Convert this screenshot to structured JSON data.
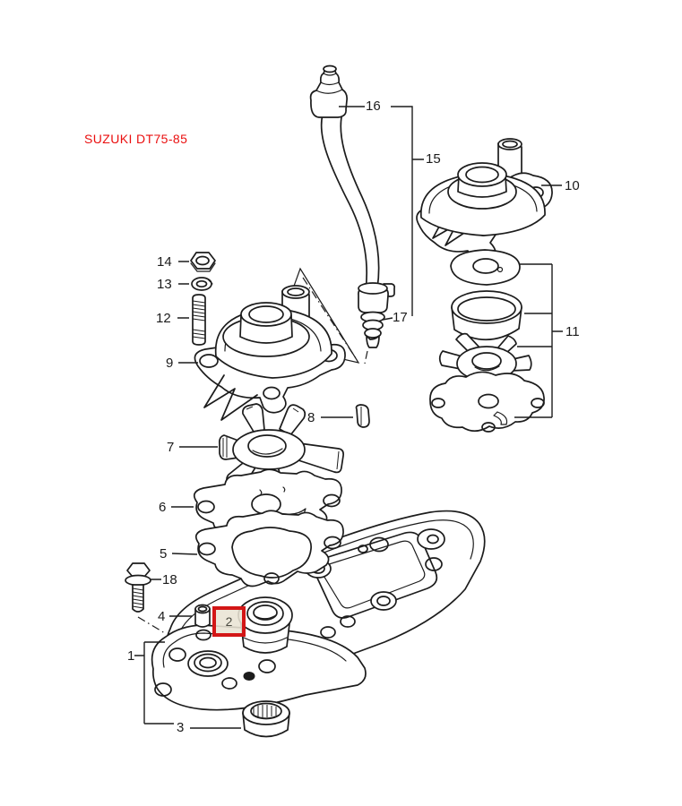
{
  "title": {
    "text": "SUZUKI DT75-85",
    "color": "#ea0f0f"
  },
  "highlight": {
    "selected_part_label": "2",
    "box_border_color": "#d31616"
  },
  "part_labels": {
    "p1": "1",
    "p2": "2",
    "p3": "3",
    "p4": "4",
    "p5": "5",
    "p6": "6",
    "p7": "7",
    "p8": "8",
    "p9": "9",
    "p10": "10",
    "p11": "11",
    "p12": "12",
    "p13": "13",
    "p14": "14",
    "p15": "15",
    "p16": "16",
    "p17": "17",
    "p18": "18"
  }
}
